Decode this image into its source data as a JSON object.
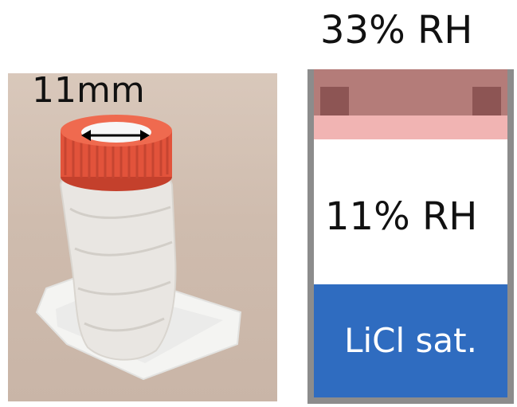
{
  "photo": {
    "dimension_label": "11mm"
  },
  "schematic": {
    "top_label": "33% RH",
    "middle_label": "11% RH",
    "salt_label": "LiCl sat.",
    "colors": {
      "frame": "#8c8c8c",
      "cap": "#b47c79",
      "cap_notch": "#8d5554",
      "seal": "#f1b4b3",
      "salt_solution": "#2f6cc0",
      "vial_cap_red": "#e2533b"
    }
  }
}
